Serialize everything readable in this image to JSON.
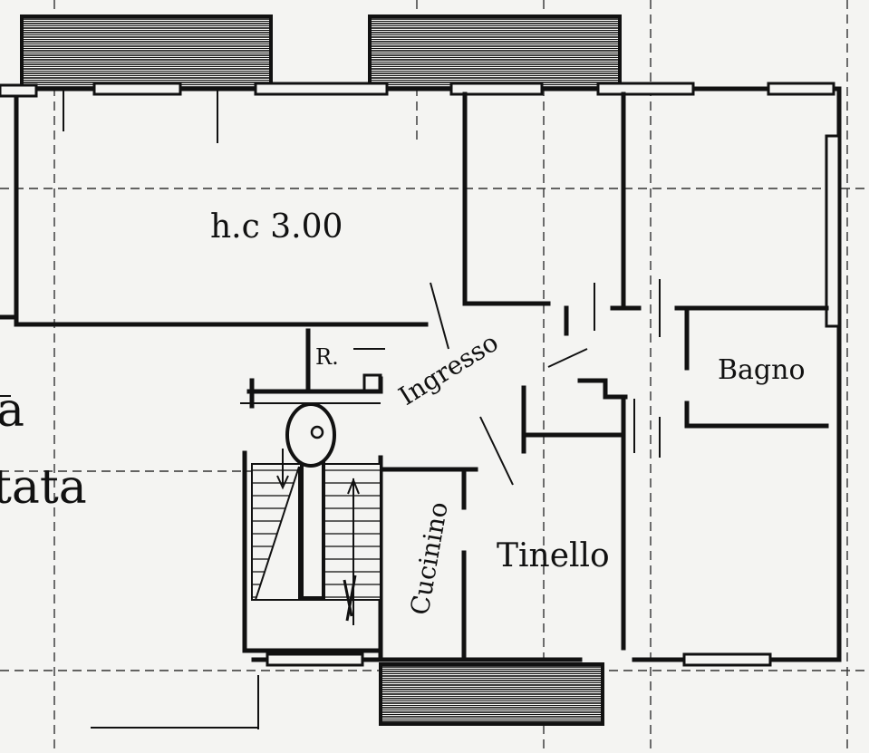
{
  "labels": {
    "height_note": "h.c 3.00",
    "rip": "R.",
    "ingresso": "Ingresso",
    "bagno": "Bagno",
    "tinello": "Tinello",
    "cucinino": "Cucinino",
    "edge_a": "a",
    "edge_tata": "tata"
  },
  "colors": {
    "paper": "#f4f4f2",
    "ink": "#111111"
  }
}
